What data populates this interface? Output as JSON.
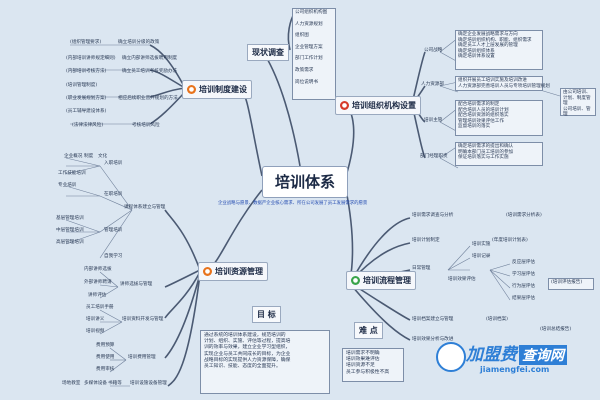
{
  "central": {
    "title": "培训体系",
    "caption": "企业战略与愿景、数据严企业核心需求、所在公司发展了员工发展需求的愿景"
  },
  "branches": {
    "system": "培训制度建设",
    "org": "培训组织机构设置",
    "resource": "培训资源管理",
    "process": "培训流程管理",
    "status": "现状调查"
  },
  "status_list": [
    "公司组织机构图",
    "人力资源规划",
    "组织图",
    "企业管理方案",
    "部门工作计划",
    "政策需求",
    "岗位说明书"
  ],
  "system_items": [
    {
      "left": "(组织管理要求)",
      "right": "确立培训分级的政策"
    },
    {
      "left": "(内部培训讲师规定细则)",
      "right": "确立内部讲师选拔聘用制度"
    },
    {
      "left": "(内部培训考核方法)",
      "right": "确立员工培训考核奖励办法"
    },
    {
      "left": "(培训管理制度)",
      "right": ""
    },
    {
      "left": "(职业发展规划方案)",
      "right": "相应后续职业晋升规划的方法"
    },
    {
      "left": "(员工辅导建设体系)",
      "right": ""
    },
    {
      "left": "(法律法律风险)",
      "right": "考核培训风险"
    }
  ],
  "org_items": [
    {
      "label": "公司战略",
      "lines": [
        "确定企业发展战略需求与方向",
        "确定培训组织机构、职能、组织需求",
        "确定员工人才上层发展的管理",
        "确定培训组织体系",
        "确定培训体系设置"
      ]
    },
    {
      "label": "人力资源部",
      "lines": [
        "组织开展员工培训实施及培训改进",
        "人力资源部完善培训人员与专项培训管理规划"
      ]
    },
    {
      "label": "培训主管",
      "lines": [
        "配合培训需求的制定",
        "配合培训人员的培训计划",
        "配合培训资源的组织落实",
        "管理培训效果评估工作",
        "监督培训的落实"
      ]
    },
    {
      "label": "部门经理职责",
      "lines": [
        "确定培训需求的提出和确认",
        "明确本部门员工培训的参加",
        "保证培训落实与工作实施"
      ]
    }
  ],
  "org_note": [
    "由公司培训、计划、制度管理",
    "公司培训、管理"
  ],
  "resource_items": {
    "system_build": "课程体系建立与管理",
    "new_hire": "入职培训",
    "new_hire_subs": [
      "企业概况",
      "制度",
      "文化"
    ],
    "job": "在职培训",
    "job_subs": [
      "工作技能培训",
      "专业培训"
    ],
    "mgmt": "管理培训",
    "mgmt_subs": [
      "基层管理培训",
      "中层管理培训",
      "高层管理培训"
    ],
    "self_study": "自我学习",
    "lecturer": "讲师选拔与管理",
    "lecturer_subs": [
      "内部讲师选拔",
      "外部讲师聘请",
      "讲师评估"
    ],
    "material": "培训资料开发与管理",
    "material_subs": [
      "员工培训手册",
      "培训讲义",
      "培训视频"
    ],
    "fee": "培训费用管理",
    "fee_subs": [
      "费用预算",
      "费用使用",
      "费用审核"
    ],
    "site": "培训设施设备管理",
    "site_subs": [
      "场地教室",
      "多媒体设备",
      "书籍等"
    ]
  },
  "process_items": {
    "needs": "培训需求调查与分析",
    "needs_sub": "(培训需求分析表)",
    "plan": "培训计划制定",
    "plan_sub": "(年度培训计划表)",
    "daily": "日常管理",
    "daily_subs": [
      "培训实施",
      "培训记录",
      "培训档案"
    ],
    "eval": "培训效果评估",
    "eval_subs": [
      "反应层评估",
      "学习层评估",
      "行为层评估",
      "结果层评估"
    ],
    "eval_note": "(培训评估报告)",
    "record": "培训档案建立与管理",
    "record_sub": "(培训档案)",
    "assess": "培训效果分析与改进",
    "assess_sub": "(培训总结报告)"
  },
  "goal": {
    "title": "目 标",
    "text": [
      "通过系统的培训体系建设，规范培训的",
      "计划、组织、实施、评估等过程，提高培",
      "训的效率与效果，建立企业学习型组织，",
      "实现企业与员工共同成长的目标，为企业",
      "战略目标的实现提供人力资源保障，确保",
      "员工知识、技能、态度的全面提升。"
    ]
  },
  "difficulty": {
    "title": "难 点",
    "text": [
      "培训需求不明确",
      "培训效果难评估",
      "培训资源不足",
      "员工参与积极性不高"
    ]
  },
  "watermark": {
    "logo_a": "加盟费",
    "logo_b": "查询网",
    "url": "jiamengfei.com"
  },
  "colors": {
    "badge_orange": "#e8731c",
    "badge_red": "#d63a2a",
    "badge_green": "#3aa44a",
    "line": "#4b5a73",
    "caption": "#244cb1"
  }
}
